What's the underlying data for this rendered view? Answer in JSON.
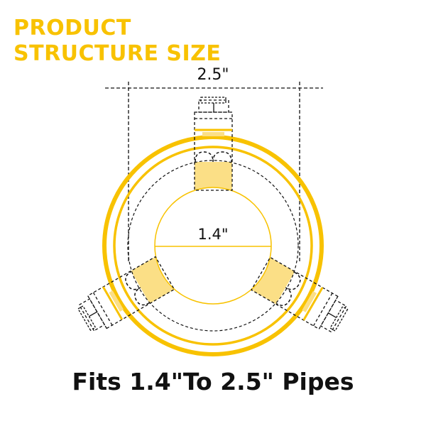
{
  "title": {
    "line1": "PRODUCT",
    "line2": "STRUCTURE SIZE",
    "color": "#f8c200"
  },
  "dimensions": {
    "outer_label": "2.5\"",
    "inner_label": "1.4\""
  },
  "caption": "Fits 1.4\"To 2.5\" Pipes",
  "colors": {
    "ring": "#f8c200",
    "jaw_fill": "#fbdf86",
    "dash": "#111111"
  }
}
